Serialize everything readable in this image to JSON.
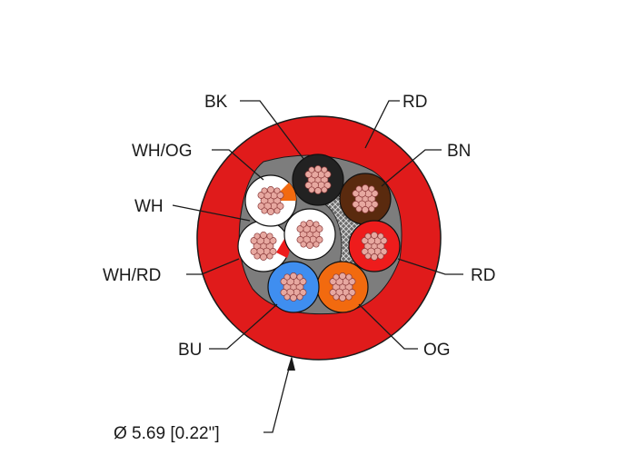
{
  "labels": {
    "bk": "BK",
    "rd_top": "RD",
    "wh_og": "WH/OG",
    "bn": "BN",
    "wh": "WH",
    "wh_rd": "WH/RD",
    "rd_right": "RD",
    "bu": "BU",
    "og": "OG",
    "diameter": "Ø 5.69 [0.22\"]"
  },
  "colors": {
    "jacket": "#e01b1b",
    "black": "#222222",
    "brown": "#5a2a0e",
    "white": "#ffffff",
    "red": "#ee1c1c",
    "blue": "#3f8ef0",
    "orange": "#f26a0f",
    "filler": "#7a7a7a",
    "copper": "#e7a8a0"
  }
}
